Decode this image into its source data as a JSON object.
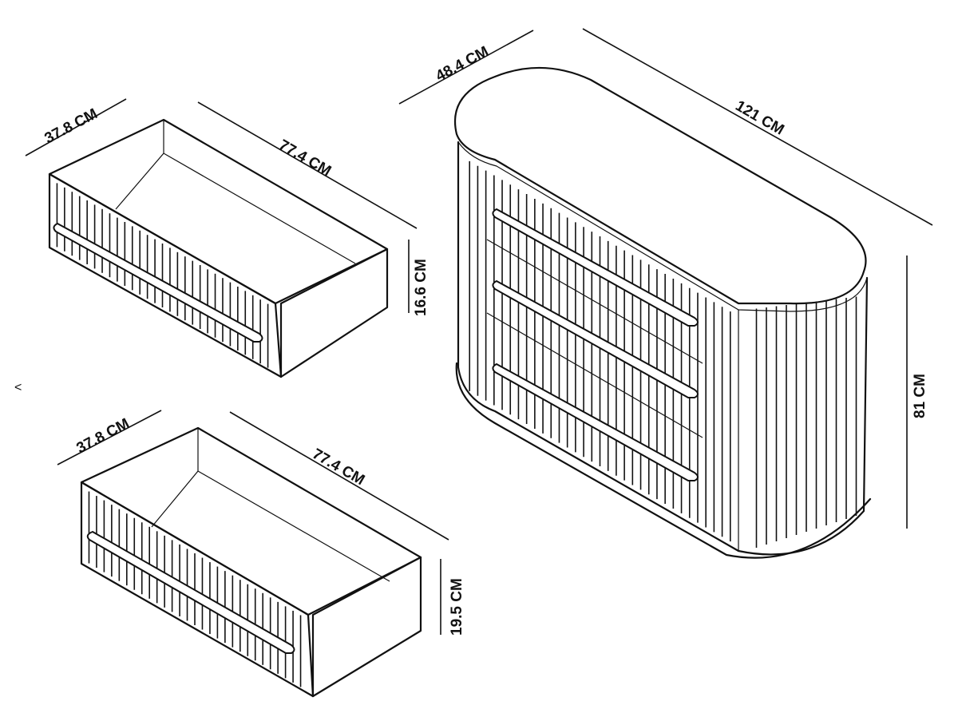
{
  "drawer_top": {
    "depth_label": "37.8 CM",
    "width_label": "77.4 CM",
    "height_label": "16.6 CM"
  },
  "drawer_bottom": {
    "depth_label": "37.8 CM",
    "width_label": "77.4 CM",
    "height_label": "19.5 CM"
  },
  "chest": {
    "depth_label": "48.4 CM",
    "width_label": "121 CM",
    "height_label": "81 CM"
  },
  "stray_mark": "<"
}
